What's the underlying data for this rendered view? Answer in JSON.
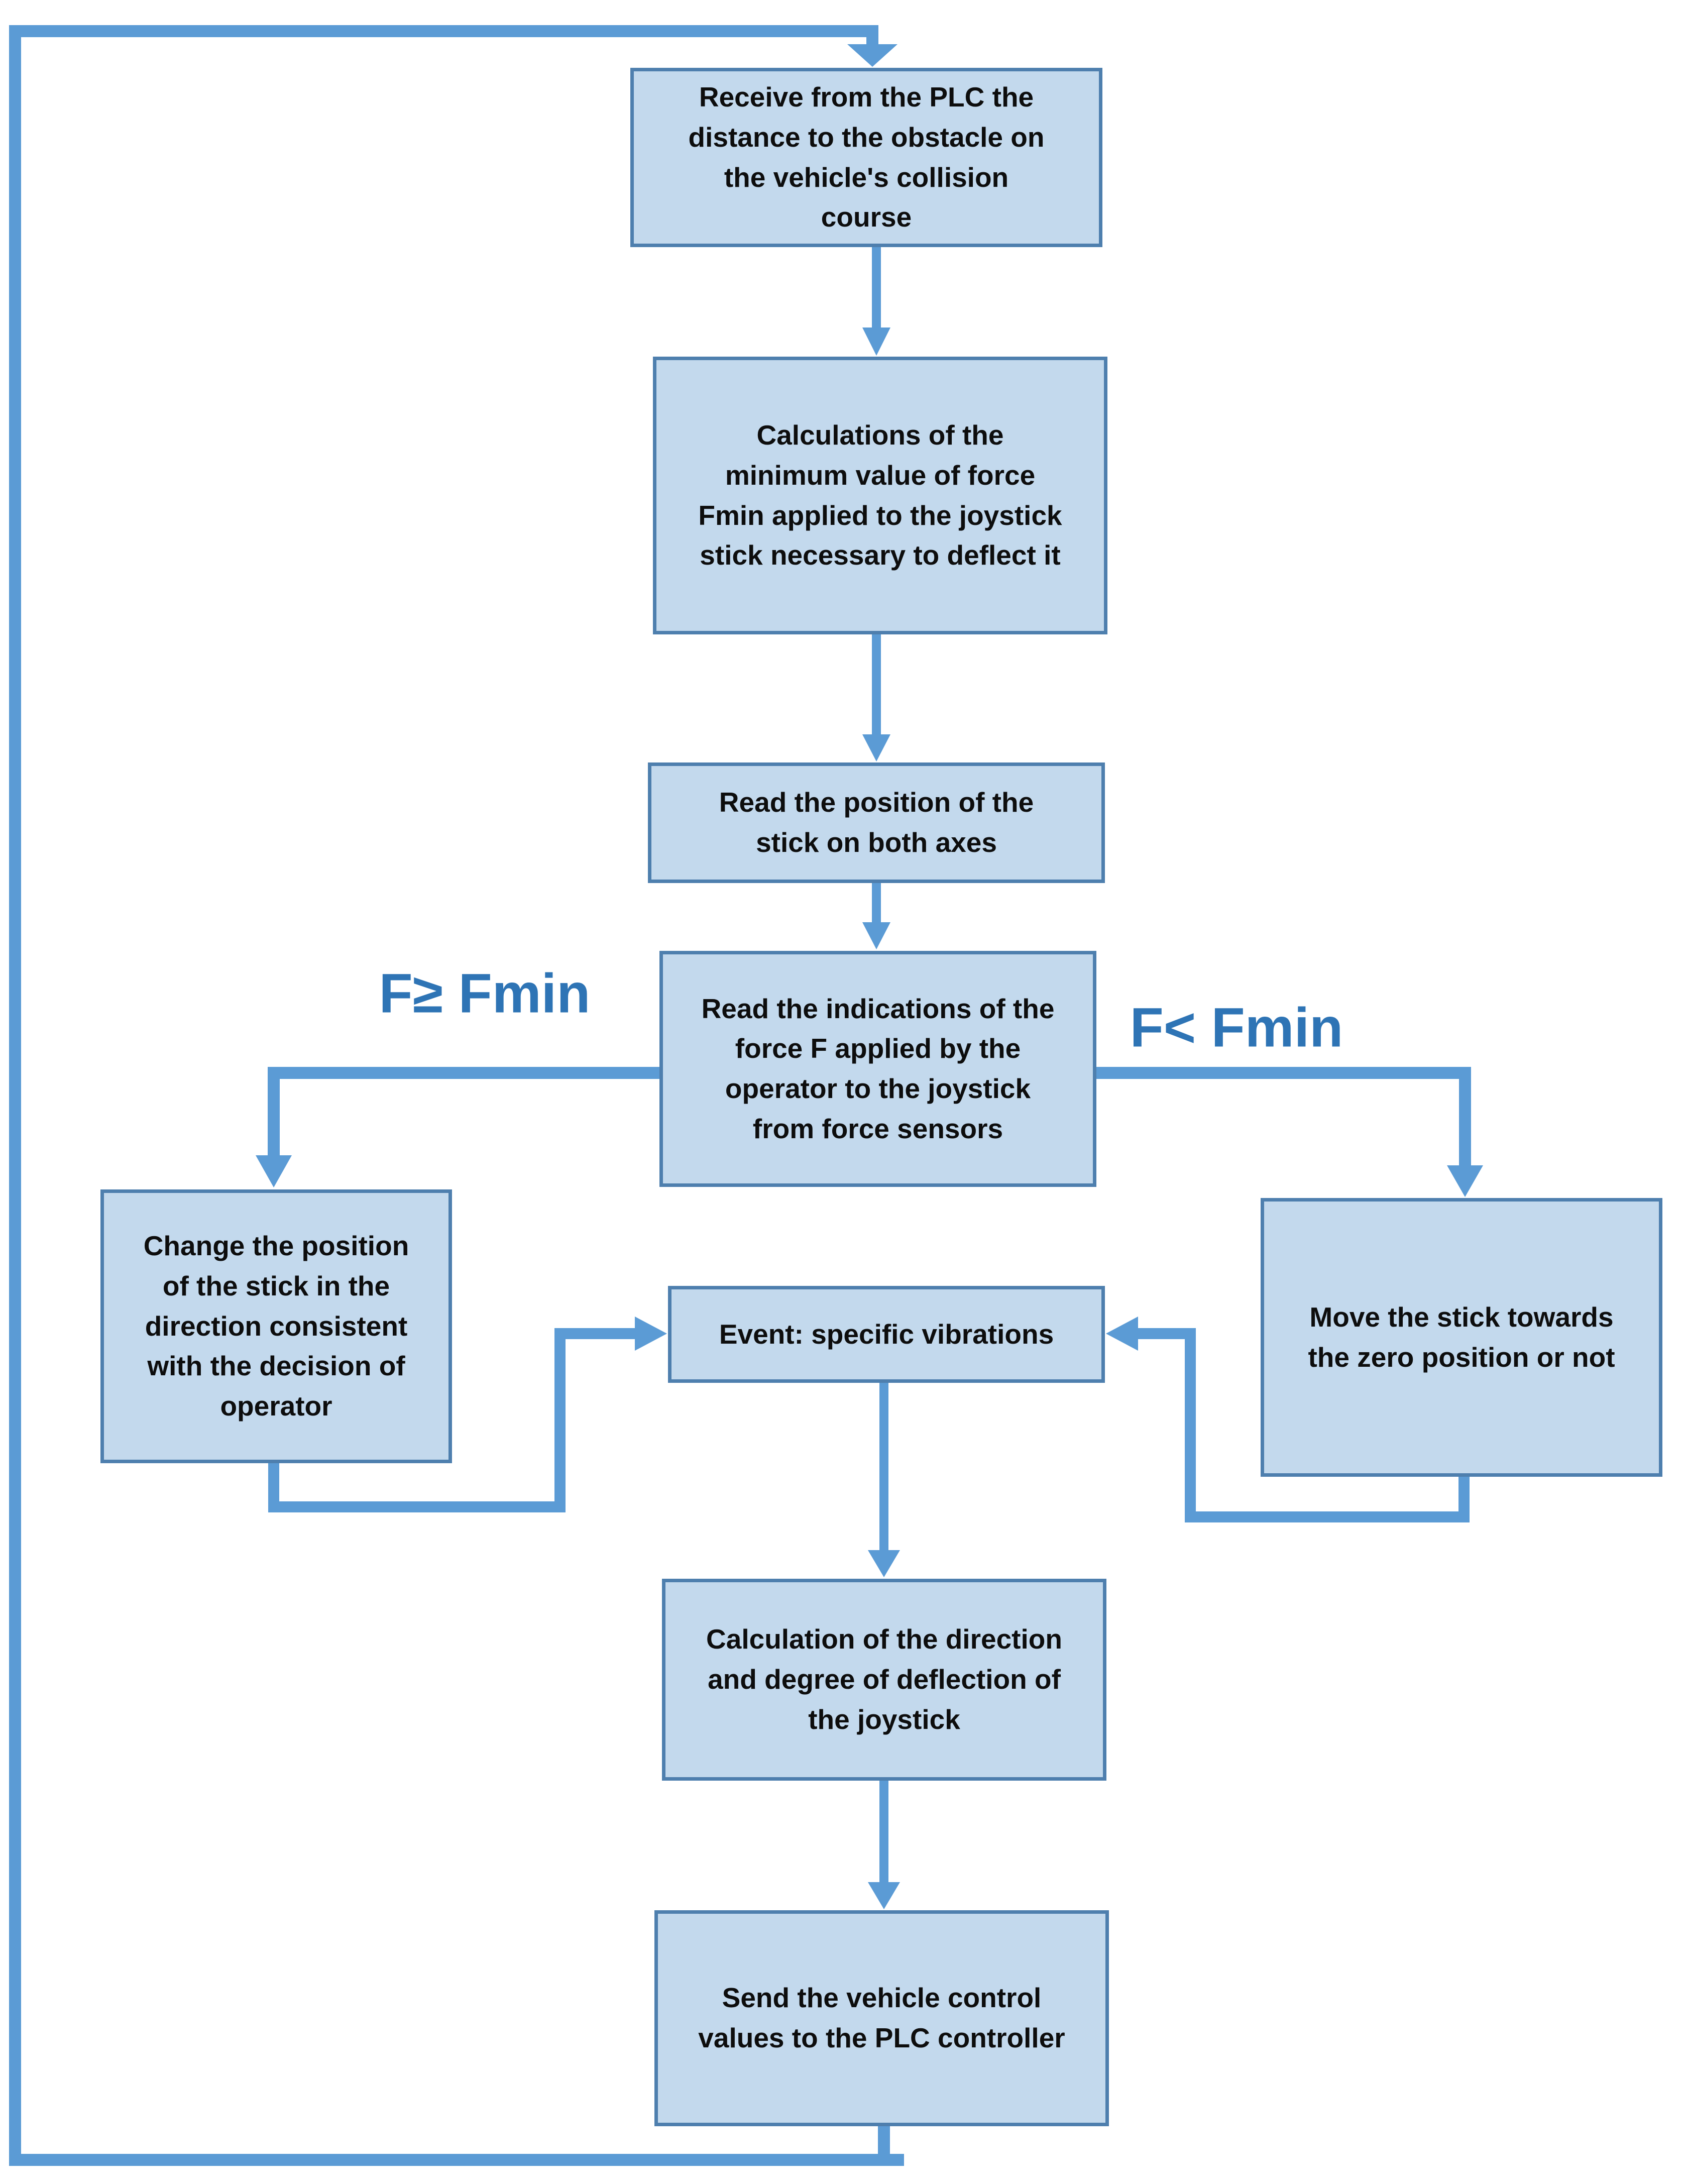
{
  "diagram": {
    "type": "flowchart",
    "background": "#ffffff",
    "colors": {
      "node_fill": "#c3d9ed",
      "node_border": "#4e7fae",
      "connector": "#5b9bd5",
      "condition_label_text": "#2e74b5",
      "node_text": "#0d0d0d"
    },
    "nodes": {
      "receive": {
        "label": "Receive from the PLC the\ndistance to the obstacle on\nthe vehicle's collision\ncourse"
      },
      "calc_fmin": {
        "label": "Calculations of the\nminimum value of force\nFmin applied to the joystick\nstick necessary to deflect it"
      },
      "read_position": {
        "label": "Read the position of the\nstick on both axes"
      },
      "read_force": {
        "label": "Read the indications of the\nforce F applied by the\noperator to the joystick\nfrom force sensors"
      },
      "change_position": {
        "label": "Change the position\nof the stick in the\ndirection consistent\nwith the decision of\noperator"
      },
      "move_zero": {
        "label": "Move the stick towards\nthe zero position or not"
      },
      "event": {
        "label": "Event: specific vibrations"
      },
      "calc_direction": {
        "label": "Calculation of the direction\nand degree of deflection of\nthe joystick"
      },
      "send": {
        "label": "Send the vehicle control\nvalues to the PLC controller"
      }
    },
    "branch_labels": {
      "left": "F≥ Fmin",
      "right": "F< Fmin"
    }
  }
}
